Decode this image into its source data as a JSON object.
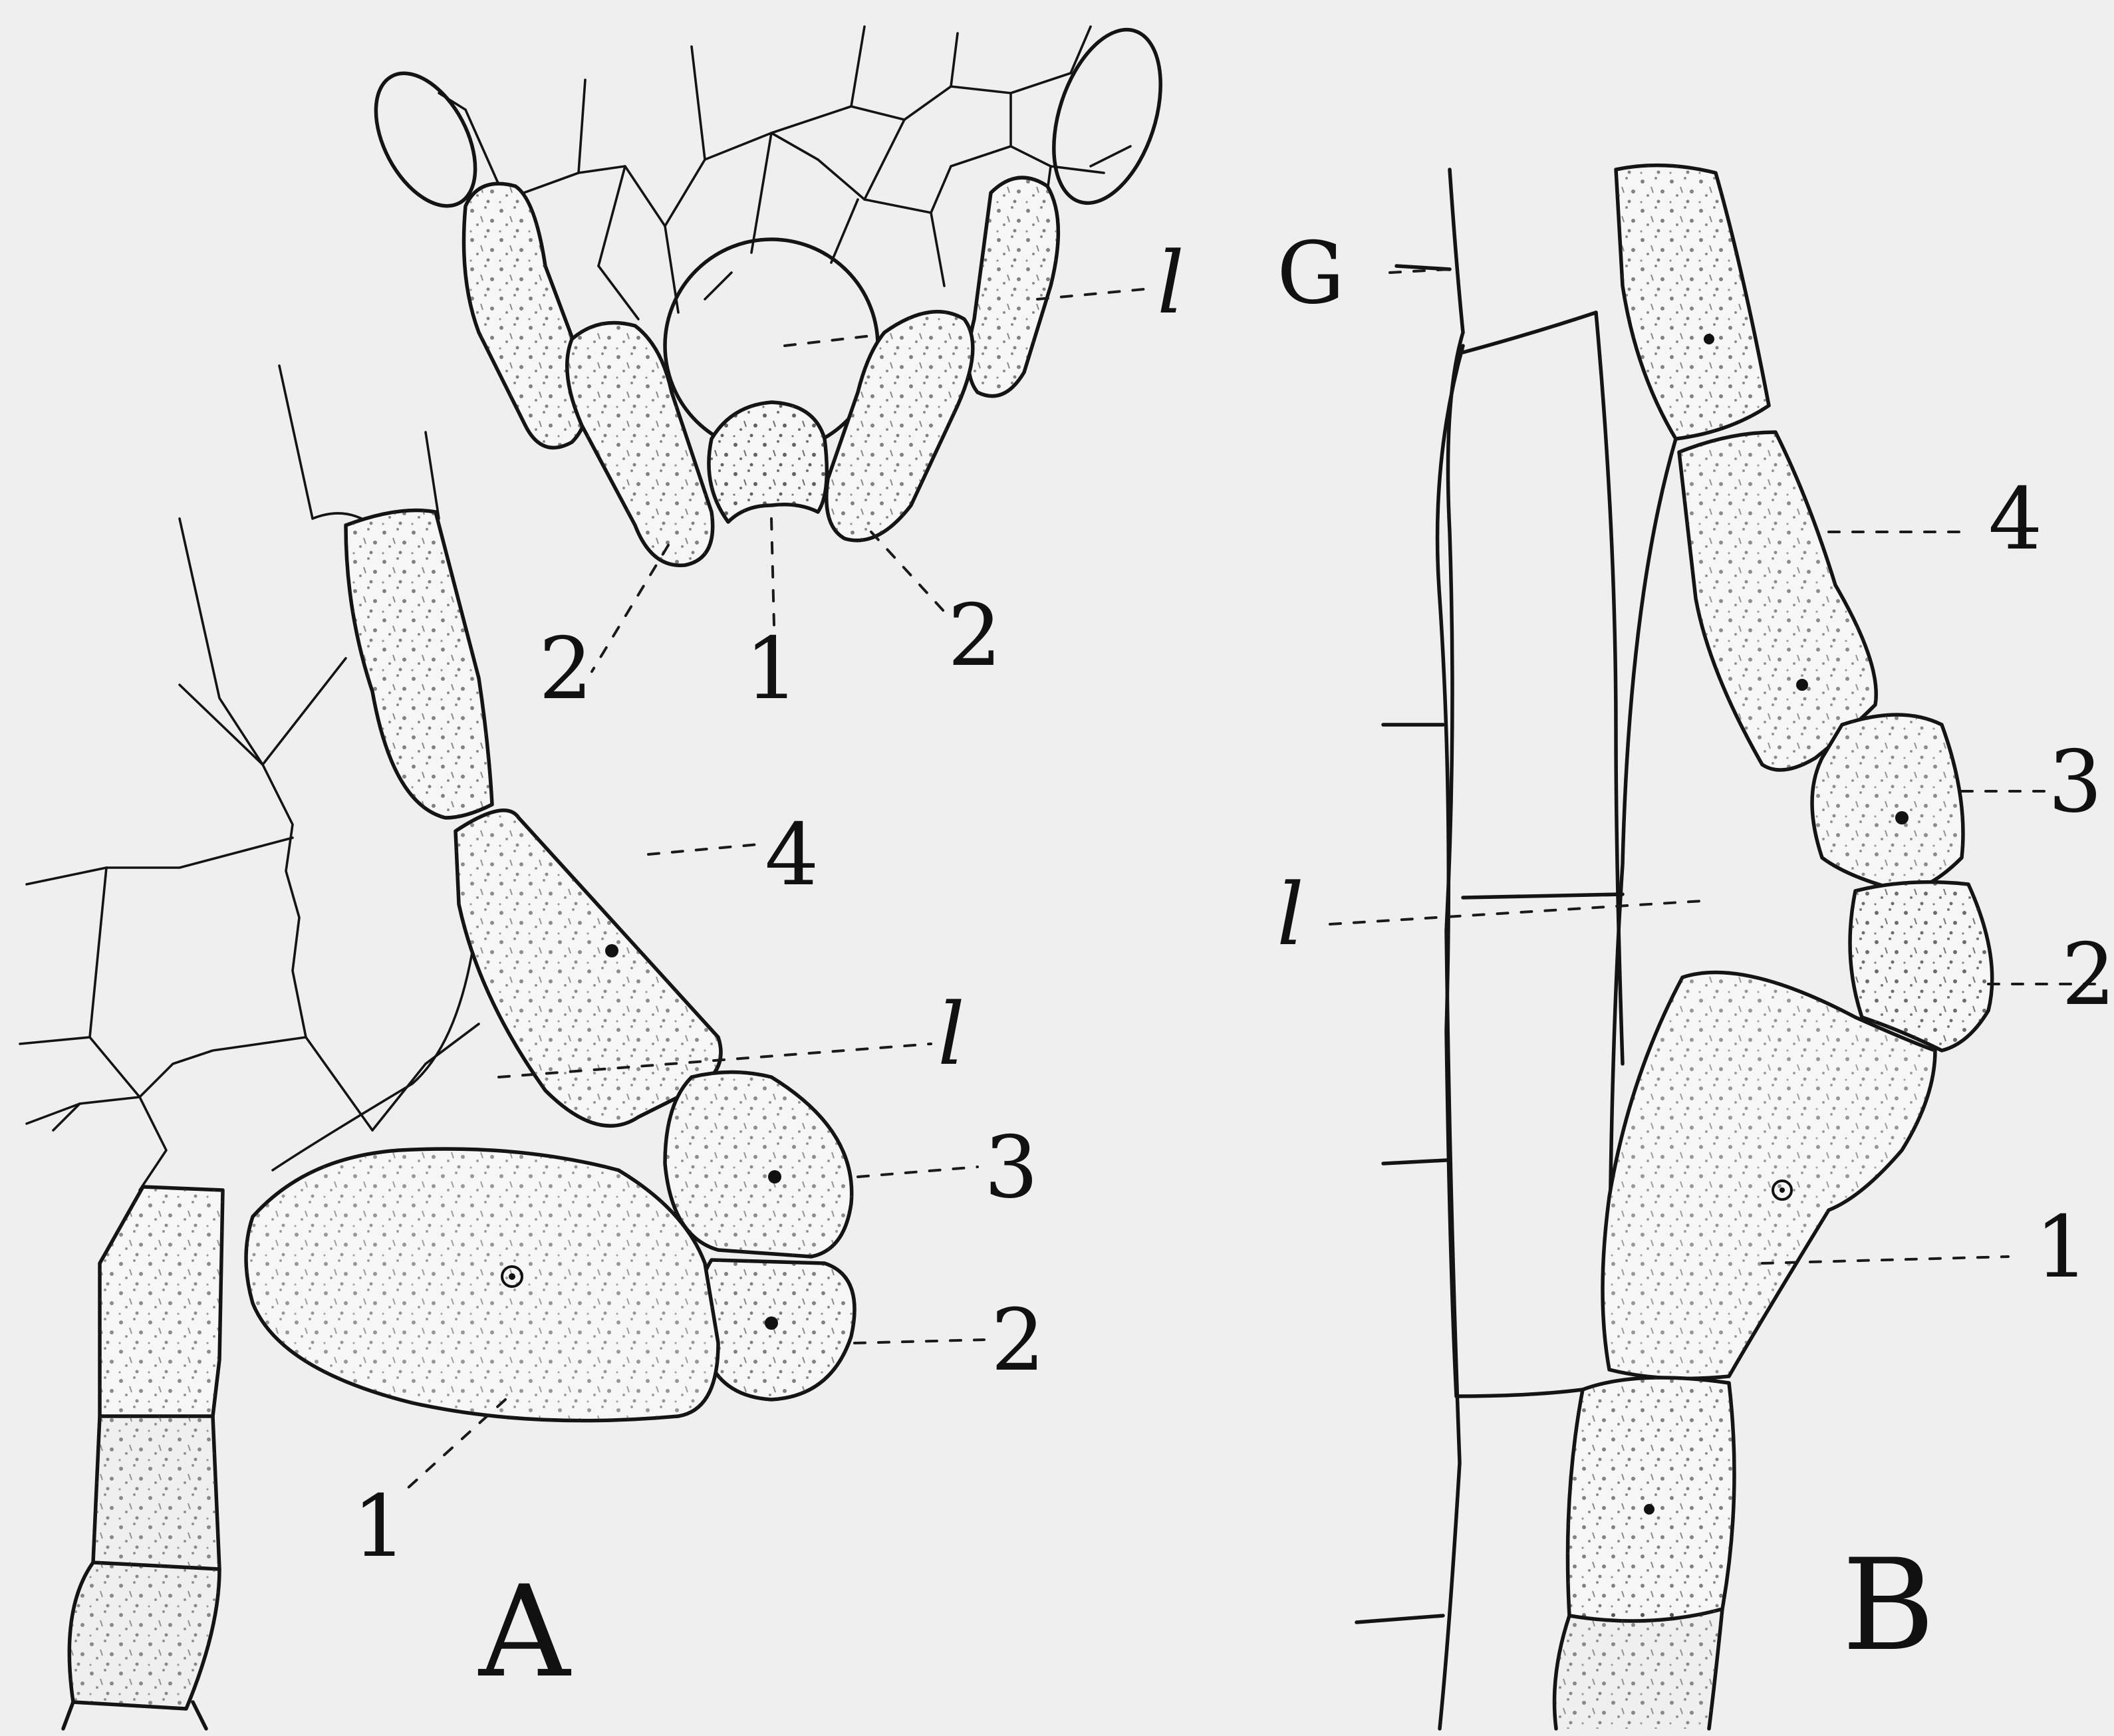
{
  "figure": {
    "panel_labels": {
      "a": "A",
      "b": "B"
    },
    "top": {
      "left_2": "2",
      "center_1": "1",
      "right_2": "2",
      "l": "l"
    },
    "panel_a": {
      "four": "4",
      "l": "l",
      "three": "3",
      "two": "2",
      "one": "1"
    },
    "panel_b": {
      "g": "G",
      "four": "4",
      "three": "3",
      "l": "l",
      "two": "2",
      "one": "1"
    }
  }
}
